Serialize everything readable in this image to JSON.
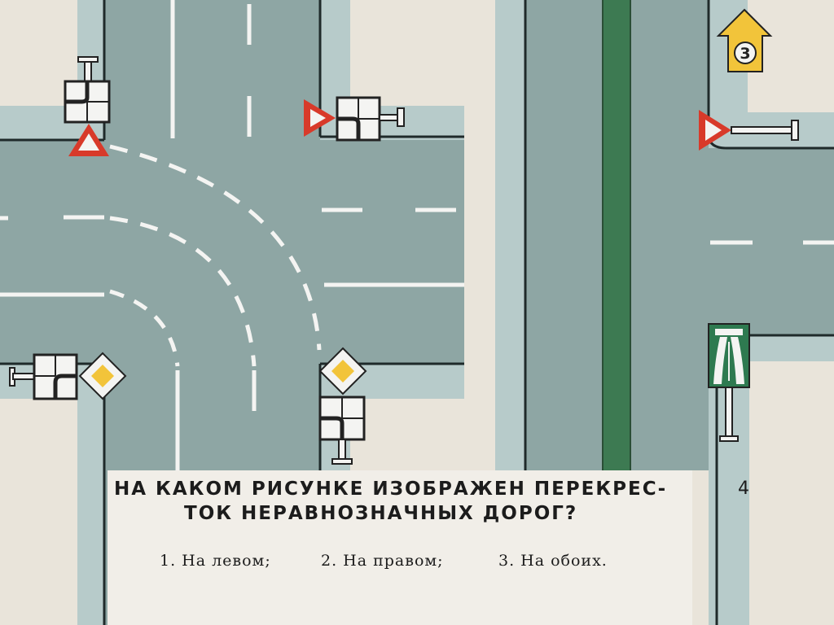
{
  "question": {
    "line1": "НА КАКОМ РИСУНКЕ ИЗОБРАЖЕН ПЕРЕКРЕС-",
    "line2": "ТОК НЕРАВНОЗНАЧНЫХ ДОРОГ?"
  },
  "answers": [
    {
      "label": "1. На левом;"
    },
    {
      "label": "2. На правом;"
    },
    {
      "label": "3. На обоих."
    }
  ],
  "page_number": "4",
  "left_intersection": {
    "signs": [
      "give-way-sign",
      "give-way-sign",
      "priority-road-sign",
      "priority-road-sign"
    ]
  },
  "right_intersection": {
    "direction_sign_number": "3",
    "signs": [
      "give-way-sign",
      "direction-ahead-sign",
      "motorway-sign"
    ]
  },
  "colors": {
    "road": "#8ea6a4",
    "sidewalk": "#b7cbca",
    "ground": "#e9e4da",
    "median": "#3d7a52",
    "sign_red": "#d83a2a",
    "sign_yellow": "#f2c43a",
    "motorway_green": "#2e7a50"
  }
}
